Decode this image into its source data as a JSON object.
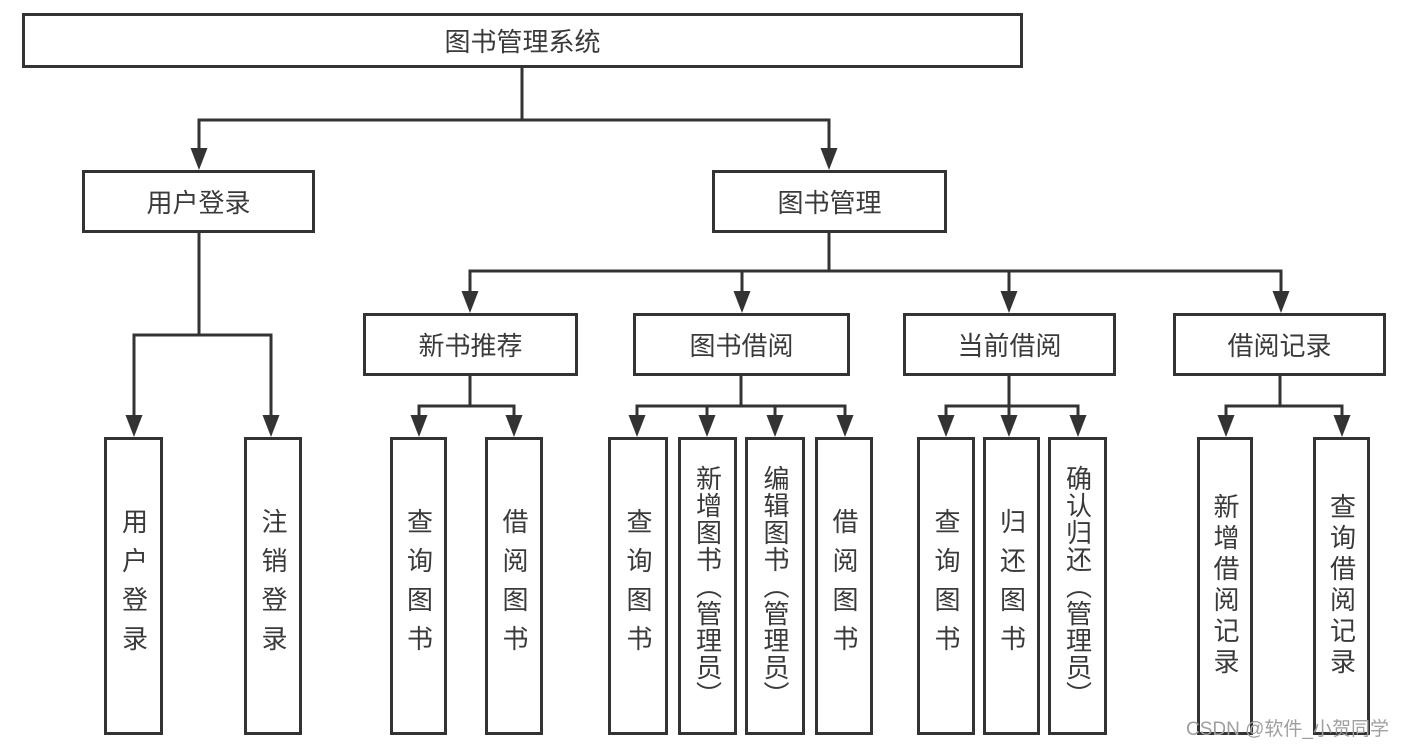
{
  "diagram": {
    "tree": {
      "label": "图书管理系统",
      "children": [
        {
          "label": "用户登录",
          "children": [
            {
              "label": "用户登录"
            },
            {
              "label": "注销登录"
            }
          ]
        },
        {
          "label": "图书管理",
          "children": [
            {
              "label": "新书推荐",
              "children": [
                {
                  "label": "查询图书"
                },
                {
                  "label": "借阅图书"
                }
              ]
            },
            {
              "label": "图书借阅",
              "children": [
                {
                  "label": "查询图书"
                },
                {
                  "label": "新增图书（管理员）"
                },
                {
                  "label": "编辑图书（管理员）"
                },
                {
                  "label": "借阅图书"
                }
              ]
            },
            {
              "label": "当前借阅",
              "children": [
                {
                  "label": "查询图书"
                },
                {
                  "label": "归还图书"
                },
                {
                  "label": "确认归还（管理员）"
                }
              ]
            },
            {
              "label": "借阅记录",
              "children": [
                {
                  "label": "新增借阅记录"
                },
                {
                  "label": "查询借阅记录"
                }
              ]
            }
          ]
        }
      ]
    },
    "colors": {
      "line": "#333333",
      "text": "#3a3a3a",
      "background": "#ffffff",
      "watermark_text_color": "#9f9f9f"
    },
    "watermark": {
      "text": "CSDN @软件_小贺同学"
    }
  }
}
